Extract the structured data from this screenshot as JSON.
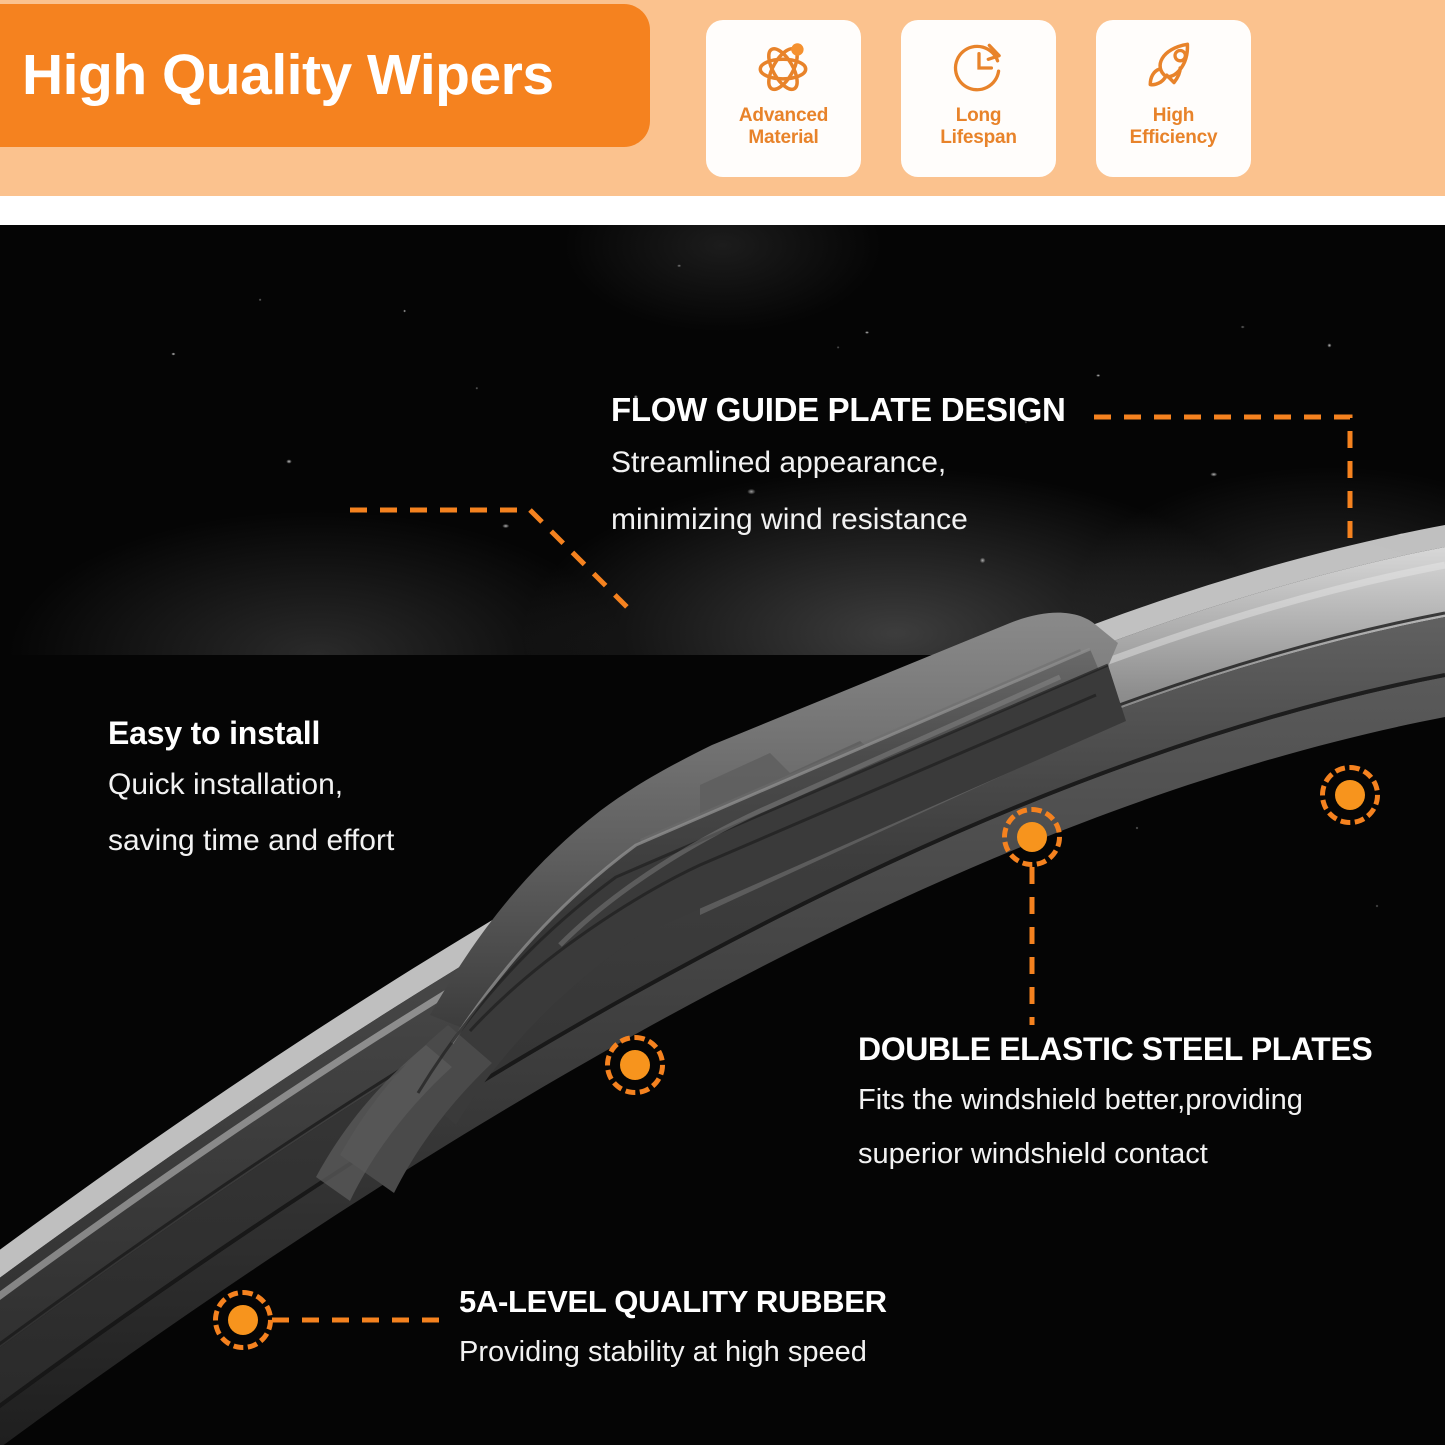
{
  "header": {
    "title": "High Quality Wipers",
    "title_pill_color": "#F5821F",
    "band_color": "#FBC28E",
    "badges": [
      {
        "icon": "atom-icon",
        "line1": "Advanced",
        "line2": "Material"
      },
      {
        "icon": "clock-arrow-icon",
        "line1": "Long",
        "line2": "Lifespan"
      },
      {
        "icon": "rocket-icon",
        "line1": "High",
        "line2": "Efficiency"
      }
    ]
  },
  "photo": {
    "background": "#050505",
    "accent_color": "#F5821F",
    "marker_fill": "#F7941D",
    "product": "windshield-wiper-blade",
    "callouts": [
      {
        "id": "flow",
        "title": "FLOW GUIDE PLATE DESIGN",
        "sub_line1": "Streamlined appearance,",
        "sub_line2": "minimizing wind resistance"
      },
      {
        "id": "easy",
        "title": "Easy to install",
        "sub_line1": "Quick installation,",
        "sub_line2": "saving time and effort"
      },
      {
        "id": "steel",
        "title": "DOUBLE ELASTIC STEEL PLATES",
        "sub_line1": "Fits the windshield better,providing",
        "sub_line2": "superior windshield contact"
      },
      {
        "id": "rubber",
        "title": "5A-LEVEL QUALITY RUBBER",
        "sub_line1": "Providing stability at high speed",
        "sub_line2": ""
      }
    ]
  }
}
